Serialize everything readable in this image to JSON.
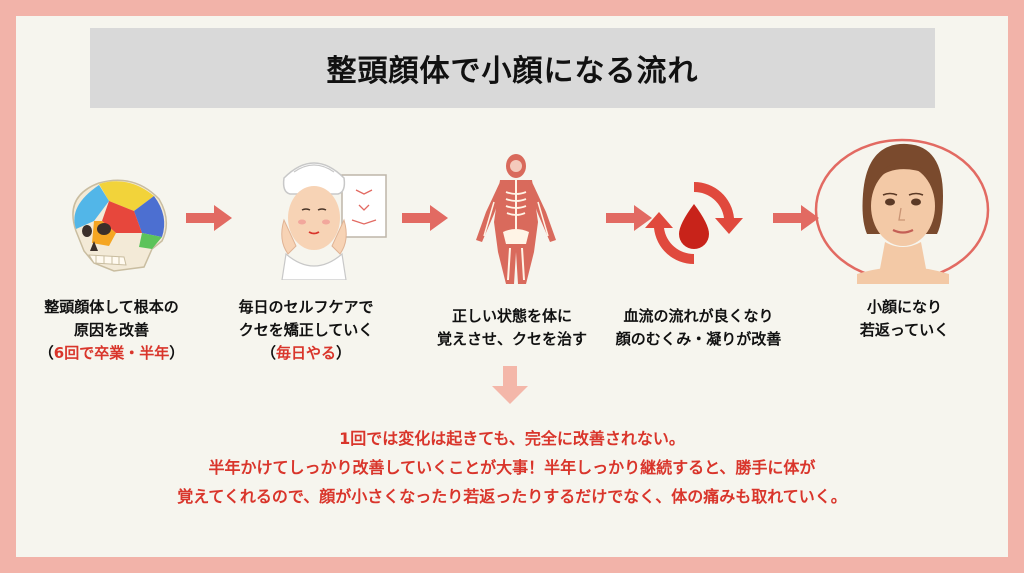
{
  "title": "整頭顔体で小顔になる流れ",
  "steps": [
    {
      "icon": "skull-icon",
      "line1": "整頭顔体して根本の",
      "line2": "原因を改善",
      "line3_open": "（",
      "line3_red": "6回で卒業・半年",
      "line3_close": "）"
    },
    {
      "icon": "self-care-face-icon",
      "line1": "毎日のセルフケアで",
      "line2": "クセを矯正していく",
      "line3_open": "（",
      "line3_red": "毎日やる",
      "line3_close": "）"
    },
    {
      "icon": "anatomy-body-icon",
      "line1": "正しい状態を体に",
      "line2": "覚えさせ、クセを治す"
    },
    {
      "icon": "blood-circulation-icon",
      "line1": "血流の流れが良くなり",
      "line2": "顔のむくみ・凝りが改善"
    },
    {
      "icon": "woman-face-icon",
      "line1": "小顔になり",
      "line2": "若返っていく"
    }
  ],
  "summary": [
    "1回では変化は起きても、完全に改善されない。",
    "半年かけてしっかり改善していくことが大事！半年しっかり継続すると、勝手に体が",
    "覚えてくれるので、顔が小さくなったり若返ったりするだけでなく、体の痛みも取れていく。"
  ],
  "colors": {
    "border": "#f2b3a9",
    "background": "#f6f5ee",
    "title_box": "#d9d9d9",
    "accent_red": "#d9352b",
    "arrow": "#e26a62",
    "down_arrow": "#f4b7a9"
  }
}
